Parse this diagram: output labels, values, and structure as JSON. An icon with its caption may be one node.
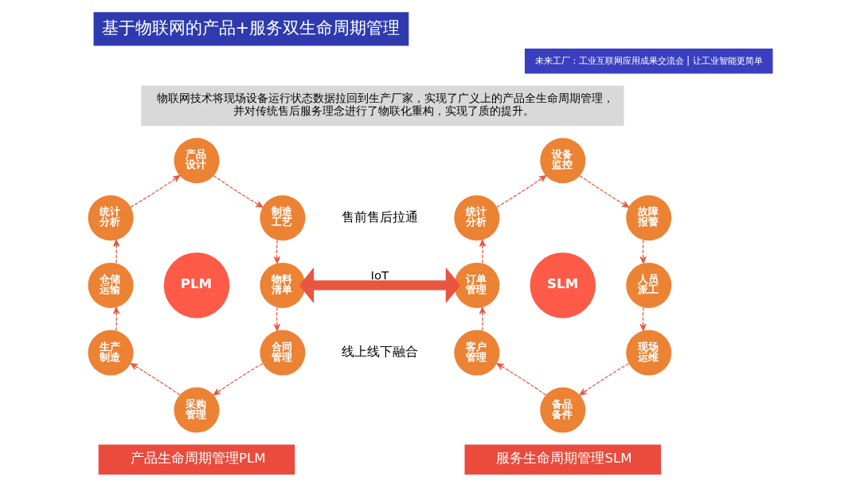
{
  "diagram": {
    "title": "基于物联网的产品+服务双生命周期管理",
    "nodes": [
      {
        "text": [
          "物联网技术将现场设备运行状态数据拉回到生产厂家，实现了广义上的产品全生命周期管理，并对传统售后服务理念进行了物联化重构，实现了质的提升。"
        ]
      },
      {
        "text": [
          "产品设计"
        ]
      },
      {
        "text": [
          "制造工艺"
        ]
      },
      {
        "text": [
          "物料清单"
        ]
      },
      {
        "text": [
          "合同管理"
        ]
      },
      {
        "text": [
          "采购管理"
        ]
      },
      {
        "text": [
          "生产制造"
        ]
      },
      {
        "text": [
          "仓储运输"
        ]
      },
      {
        "text": [
          "统计分析"
        ]
      },
      {
        "text": [
          "PLM"
        ]
      },
      {
        "text": [
          "设备监控"
        ]
      },
      {
        "text": [
          "故障报警"
        ]
      },
      {
        "text": [
          "人员派工"
        ]
      },
      {
        "text": [
          "现场运维"
        ]
      },
      {
        "text": [
          "备品备件"
        ]
      },
      {
        "text": [
          "客户管理"
        ]
      },
      {
        "text": [
          "订单管理"
        ]
      },
      {
        "text": [
          "统计分析"
        ]
      },
      {
        "text": [
          "SLM"
        ]
      },
      {
        "text": [
          "产品生命周期管理PLM"
        ]
      },
      {
        "text": [
          "服务生命周期管理SLM"
        ]
      }
    ],
    "edges": [
      {
        "from": 1,
        "to": 2,
        "arrow": "to",
        "style": "dashed"
      },
      {
        "from": 2,
        "to": 3,
        "arrow": "to",
        "style": "dashed"
      },
      {
        "from": 3,
        "to": 4,
        "arrow": "to",
        "style": "dashed"
      },
      {
        "from": 4,
        "to": 5,
        "arrow": "to",
        "style": "dashed"
      },
      {
        "from": 5,
        "to": 6,
        "arrow": "to",
        "style": "dashed"
      },
      {
        "from": 6,
        "to": 7,
        "arrow": "to",
        "style": "dashed"
      },
      {
        "from": 7,
        "to": 8,
        "arrow": "to",
        "style": "dashed"
      },
      {
        "from": 8,
        "to": 1,
        "arrow": "to",
        "style": "dashed"
      },
      {
        "from": 3,
        "to": 16,
        "arrow": "both",
        "label": "IoT",
        "style": "thick"
      },
      {
        "from": 10,
        "to": 11,
        "arrow": "to",
        "style": "dashed"
      },
      {
        "from": 11,
        "to": 12,
        "arrow": "to",
        "style": "dashed"
      },
      {
        "from": 12,
        "to": 13,
        "arrow": "to",
        "style": "dashed"
      },
      {
        "from": 13,
        "to": 14,
        "arrow": "to",
        "style": "dashed"
      },
      {
        "from": 14,
        "to": 15,
        "arrow": "to",
        "style": "dashed"
      },
      {
        "from": 15,
        "to": 16,
        "arrow": "to",
        "style": "dashed"
      },
      {
        "from": 16,
        "to": 17,
        "arrow": "to",
        "style": "dashed"
      },
      {
        "from": 17,
        "to": 10,
        "arrow": "to",
        "style": "dashed"
      }
    ],
    "labels": [
      "未来工厂：工业互联网应用成果交流会 | 让工业智能更简单",
      "售前售后拉通",
      "线上线下融合"
    ]
  }
}
